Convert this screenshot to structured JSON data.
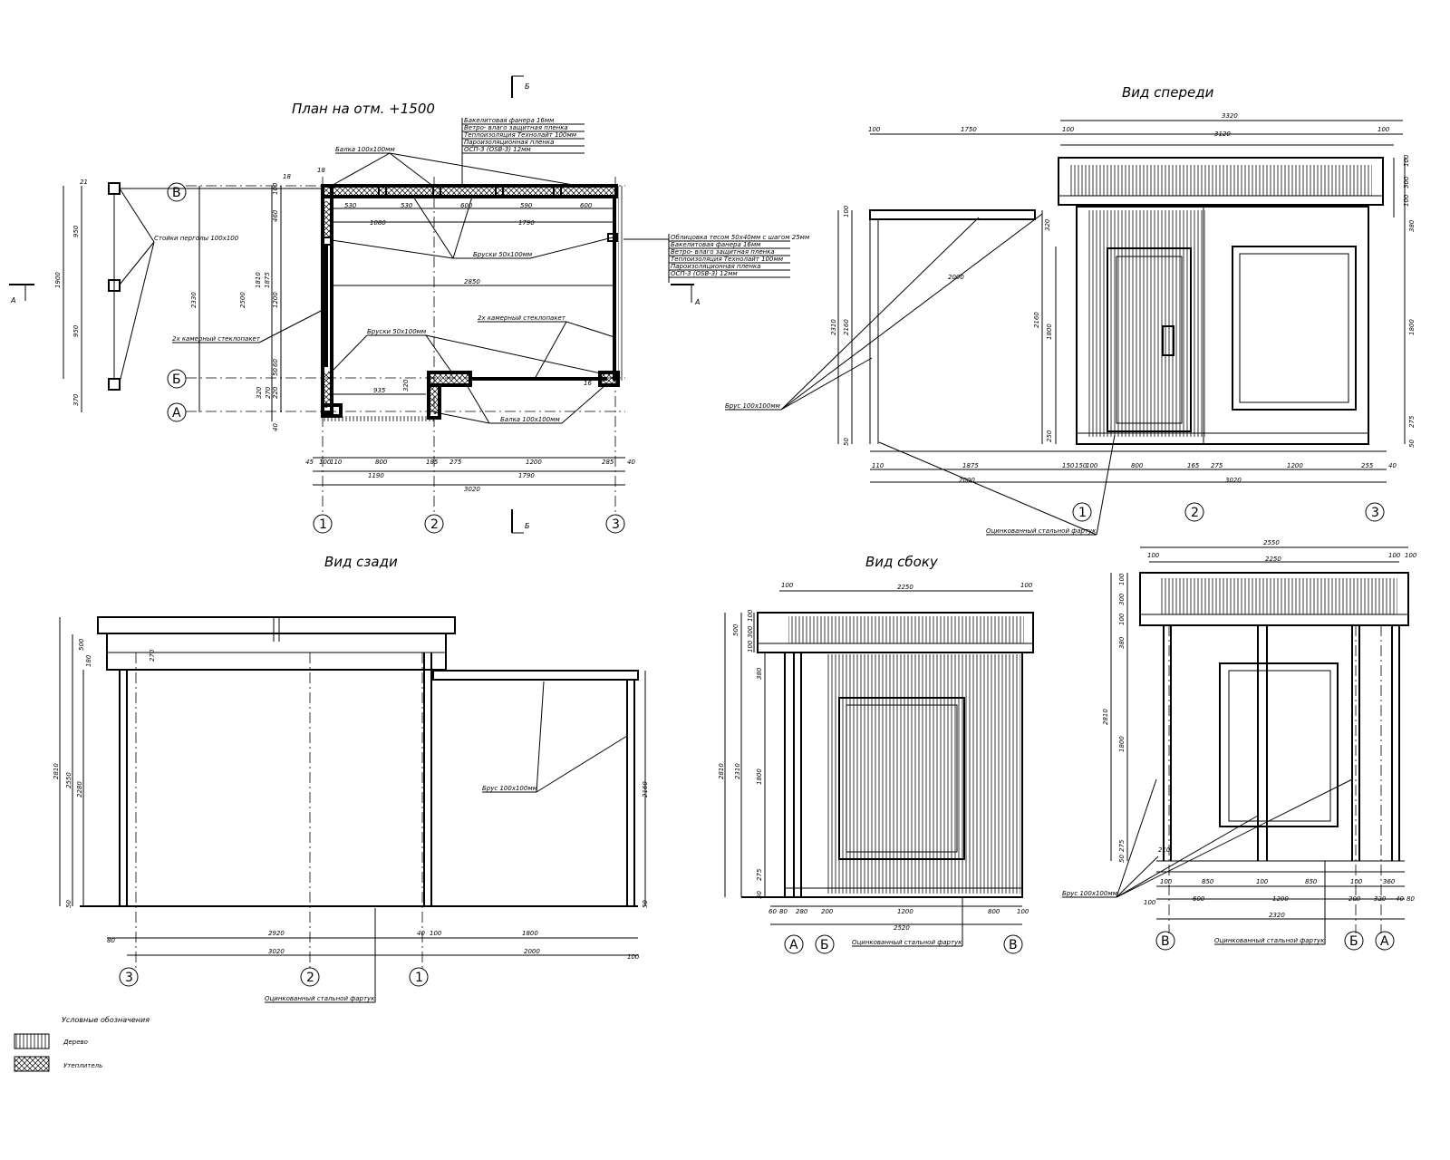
{
  "titles": {
    "plan": "План на отм. +1500",
    "front": "Вид спереди",
    "back": "Вид сзади",
    "side": "Вид сбоку"
  },
  "axes": {
    "one": "1",
    "two": "2",
    "three": "3",
    "a": "А",
    "b": "Б",
    "v": "В"
  },
  "section_marks": {
    "a": "А",
    "b": "Б"
  },
  "layers_top": [
    "Бакелитовая фанера 16мм",
    "Ветро- влаго защитная пленка",
    "Теплоизоляция Технолайт 100мм",
    "Пароизоляционная пленка",
    "ОСП-3 (OSB-3) 12мм"
  ],
  "layers_right": [
    "Облицовка тесом 50х40мм с шагом 25мм",
    "Бакелитовая фанера 16мм",
    "Ветро- влаго защитная пленка",
    "Теплоизоляция Технолайт 100мм",
    "Пароизоляционная пленка",
    "ОСП-3 (OSB-3) 12мм"
  ],
  "callouts": {
    "beam_top": "Балка 100х100мм",
    "posts": "Стойки перголы 100х100",
    "glass1": "2х камерный стеклопакет",
    "glass2": "2х камерный стеклопакет",
    "bars_top": "Бруски 50х100мм",
    "bars_mid": "Бруски 50х100мм",
    "beam_bottom": "Балка 100х100мм",
    "brus_front": "Брус 100х100мм",
    "brus_back": "Брус 100х100мм",
    "brus_side": "Брус 100х100мм",
    "fartuk_front": "Оцинкованный стальной фартук",
    "fartuk_back": "Оцинкованный стальной фартук",
    "fartuk_side1": "Оцинкованный стальной фартук",
    "fartuk_side2": "Оцинкованный стальной фартук"
  },
  "legend": {
    "title": "Условные обозначения",
    "wood": "Дерево",
    "insulation": "Утеплитель"
  },
  "dims": {
    "plan": {
      "d18": "18",
      "d21": "21",
      "d950a": "950",
      "d950b": "950",
      "d370": "370",
      "d1900": "1900",
      "d2330": "2330",
      "d2500": "2500",
      "d1810": "1810",
      "d1875": "1875",
      "d460": "460",
      "d1200": "1200",
      "d320": "320",
      "d270": "270",
      "d220": "220",
      "d50": "50",
      "d60": "60",
      "d40": "40",
      "d100": "100",
      "d530a": "530",
      "d530b": "530",
      "d600a": "600",
      "d590": "590",
      "d600b": "600",
      "d1080": "1080",
      "d1790a": "1790",
      "d2850": "2850",
      "d935": "935",
      "d320b": "320",
      "d45": "45",
      "d100b": "100",
      "d110": "110",
      "d800": "800",
      "d185": "185",
      "d275": "275",
      "d1200b": "1200",
      "d285": "285",
      "d40b": "40",
      "d1190": "1190",
      "d1790b": "1790",
      "d3020": "3020",
      "d16": "16"
    },
    "front": {
      "d100a": "100",
      "d1750": "1750",
      "d3320": "3320",
      "d100b": "100",
      "d3120": "3120",
      "d100c": "100",
      "d100r": "100",
      "d300r": "300",
      "d100r2": "100",
      "d380r": "380",
      "d1800r": "1800",
      "d275r": "275",
      "d50r": "50",
      "d100l": "100",
      "d2310": "2310",
      "d2160": "2160",
      "d50l": "50",
      "d320": "320",
      "d2160b": "2160",
      "d1800": "1800",
      "d250": "250",
      "d2000a": "2000",
      "d110": "110",
      "d1875": "1875",
      "d150": "150",
      "d150b": "150",
      "d100": "100",
      "d800": "800",
      "d165": "165",
      "d275": "275",
      "d1200": "1200",
      "d255": "255",
      "d40": "40",
      "d2000b": "2000",
      "d3020": "3020"
    },
    "back": {
      "d500": "500",
      "d180": "180",
      "d270": "270",
      "d2810": "2810",
      "d2550": "2550",
      "d2280": "2280",
      "d2160": "2160",
      "d50": "50",
      "d50b": "50",
      "d80": "80",
      "d2920": "2920",
      "d40": "40",
      "d100": "100",
      "d1800": "1800",
      "d3020": "3020",
      "d2000": "2000",
      "d100b": "100"
    },
    "side": {
      "d100a": "100",
      "d2250": "2250",
      "d100b": "100",
      "d500": "500",
      "d100c": "100",
      "d300": "300",
      "d100d": "100",
      "d380": "380",
      "d2810": "2810",
      "d2310": "2310",
      "d1800": "1800",
      "d275": "275",
      "d50": "50",
      "d60": "60",
      "d80": "80",
      "d280": "280",
      "d200": "200",
      "d1200": "1200",
      "d800": "800",
      "d100e": "100",
      "d2520": "2520"
    },
    "side2": {
      "d2550": "2550",
      "d100a": "100",
      "d2250": "2250",
      "d100b": "100",
      "d100c": "100",
      "d300": "300",
      "d100d": "100",
      "d380": "380",
      "d2810": "2810",
      "d1800": "1800",
      "d275": "275",
      "d50": "50",
      "d100e": "100",
      "d850a": "850",
      "d100f": "100",
      "d850b": "850",
      "d100g": "100",
      "d360": "360",
      "d100h": "100",
      "d600": "600",
      "d1200": "1200",
      "d200": "200",
      "d320": "320",
      "d40": "40",
      "d80": "80",
      "d2320": "2320",
      "d210": "210"
    }
  }
}
